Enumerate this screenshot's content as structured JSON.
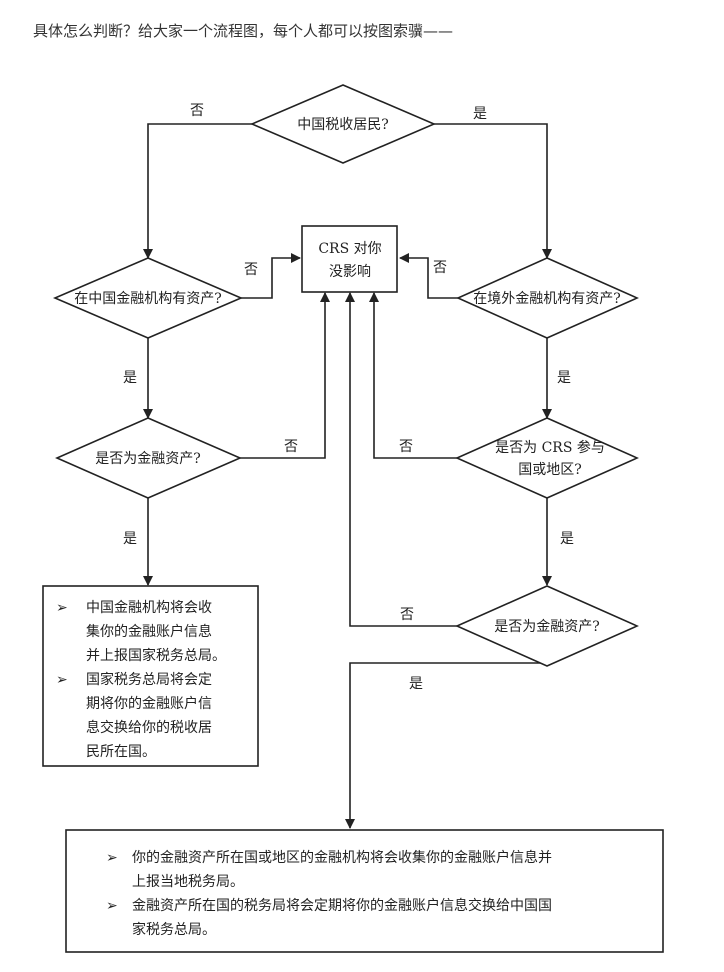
{
  "intro": "具体怎么判断？给大家一个流程图，每个人都可以按图索骥——",
  "nodes": {
    "tax_resident": "中国税收居民?",
    "crs_none_1": "CRS 对你",
    "crs_none_2": "没影响",
    "china_assets": "在中国金融机构有资产?",
    "overseas_assets": "在境外金融机构有资产?",
    "is_financial_left": "是否为金融资产?",
    "crs_country_1": "是否为 CRS 参与",
    "crs_country_2": "国或地区?",
    "is_financial_right": "是否为金融资产?"
  },
  "edges": {
    "no": "否",
    "yes": "是"
  },
  "left_box": {
    "bullet": "➢",
    "item1": [
      "中国金融机构将会收",
      "集你的金融账户信息",
      "并上报国家税务总局。"
    ],
    "item2": [
      "国家税务总局将会定",
      "期将你的金融账户信",
      "息交换给你的税收居",
      "民所在国。"
    ]
  },
  "bottom_box": {
    "bullet": "➢",
    "item1": [
      "你的金融资产所在国或地区的金融机构将会收集你的金融账户信息并",
      "上报当地税务局。"
    ],
    "item2": [
      "金融资产所在国的税务局将会定期将你的金融账户信息交换给中国国",
      "家税务总局。"
    ]
  }
}
